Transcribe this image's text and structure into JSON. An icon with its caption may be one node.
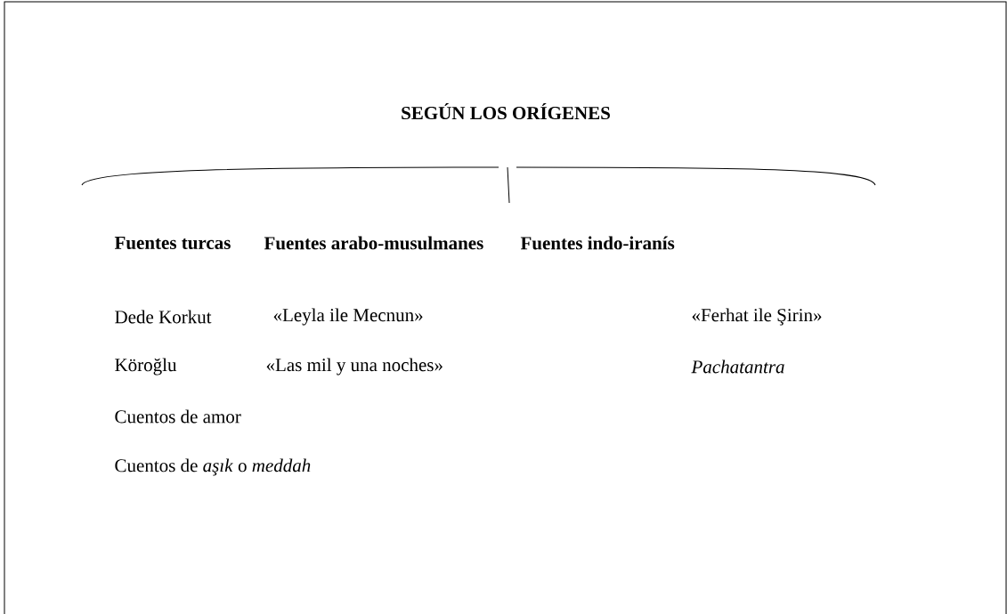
{
  "diagram": {
    "title": "SEGÚN LOS ORÍGENES",
    "labels": [
      "Fuentes turcas",
      "Fuentes arabo-musulmanes",
      "Fuentes indo-iranís",
      "Dede Korkut",
      "«Leyla ile Mecnun»",
      "«Ferhat ile Şirin»",
      "Köroğlu",
      "«Las mil y una noches»",
      "Pachatantra",
      "Cuentos de amor",
      "Cuentos de *aşık* o *meddah*"
    ]
  }
}
